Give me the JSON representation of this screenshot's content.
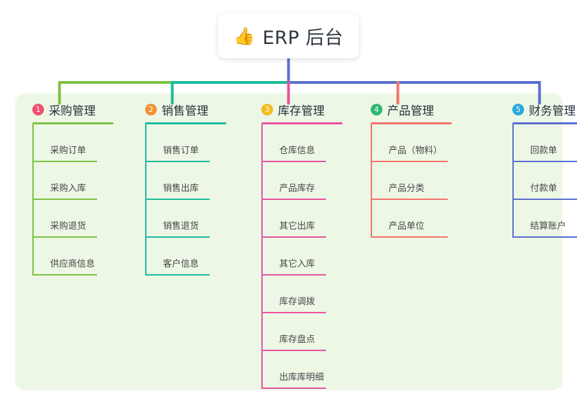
{
  "root": {
    "icon": "thumbs-up-icon",
    "emoji": "👍",
    "title": "ERP 后台"
  },
  "colors": {
    "panel_bg": "#edf7e6",
    "card_bg": "#ffffff",
    "green": "#7dc242",
    "teal": "#1abc9c",
    "pink": "#e8519e",
    "red": "#f4726b",
    "blue": "#5a6ecf",
    "badge1": "#f0506e",
    "badge2": "#f29138",
    "badge3": "#f5bb1d",
    "badge4": "#2eb872",
    "badge5": "#29a8e0",
    "text_dark": "#26303b",
    "text_leaf": "#464646"
  },
  "columns": [
    {
      "index": "1",
      "title": "采购管理",
      "badge_color": "#f0506e",
      "line_color": "#7dc242",
      "items": [
        {
          "label": "采购订单"
        },
        {
          "label": "采购入库"
        },
        {
          "label": "采购退货"
        },
        {
          "label": "供应商信息"
        }
      ]
    },
    {
      "index": "2",
      "title": "销售管理",
      "badge_color": "#f29138",
      "line_color": "#1abc9c",
      "items": [
        {
          "label": "销售订单"
        },
        {
          "label": "销售出库"
        },
        {
          "label": "销售退货"
        },
        {
          "label": "客户信息"
        }
      ]
    },
    {
      "index": "3",
      "title": "库存管理",
      "badge_color": "#f5bb1d",
      "line_color": "#e8519e",
      "items": [
        {
          "label": "仓库信息"
        },
        {
          "label": "产品库存"
        },
        {
          "label": "其它出库"
        },
        {
          "label": "其它入库"
        },
        {
          "label": "库存调拨"
        },
        {
          "label": "库存盘点"
        },
        {
          "label": "出库库明细"
        }
      ]
    },
    {
      "index": "4",
      "title": "产品管理",
      "badge_color": "#2eb872",
      "line_color": "#f4726b",
      "items": [
        {
          "label": "产品（物料）"
        },
        {
          "label": "产品分类"
        },
        {
          "label": "产品单位"
        }
      ]
    },
    {
      "index": "5",
      "title": "财务管理",
      "badge_color": "#29a8e0",
      "line_color": "#5a6ecf",
      "items": [
        {
          "label": "回款单"
        },
        {
          "label": "付款单"
        },
        {
          "label": "结算账户"
        }
      ]
    }
  ]
}
